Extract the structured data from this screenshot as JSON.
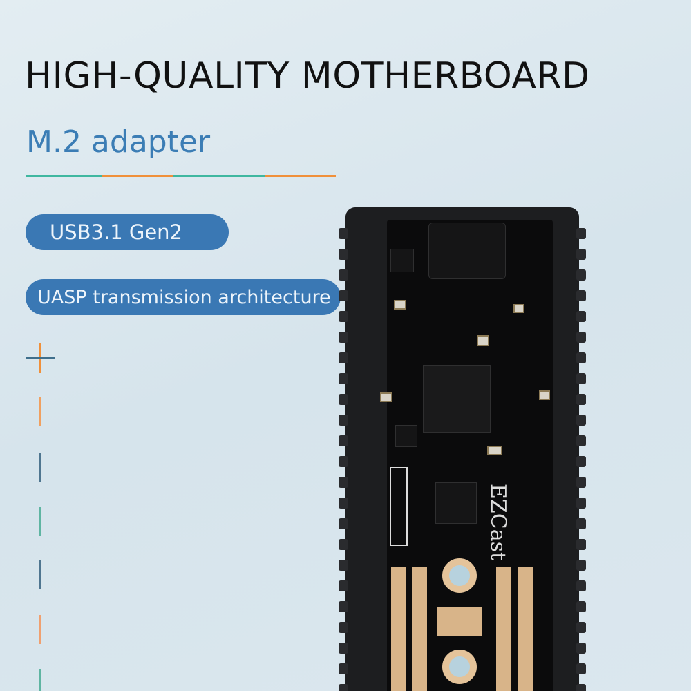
{
  "headline": "HIGH-QUALITY MOTHERBOARD",
  "subtitle": "M.2 adapter",
  "features": [
    "USB3.1 Gen2",
    "UASP transmission architecture"
  ],
  "pcb_brand": "EZCast",
  "colors": {
    "accent_blue": "#3a78b4",
    "teal": "#3fb7a0",
    "orange": "#f0903a",
    "slate": "#3f6f8c"
  }
}
